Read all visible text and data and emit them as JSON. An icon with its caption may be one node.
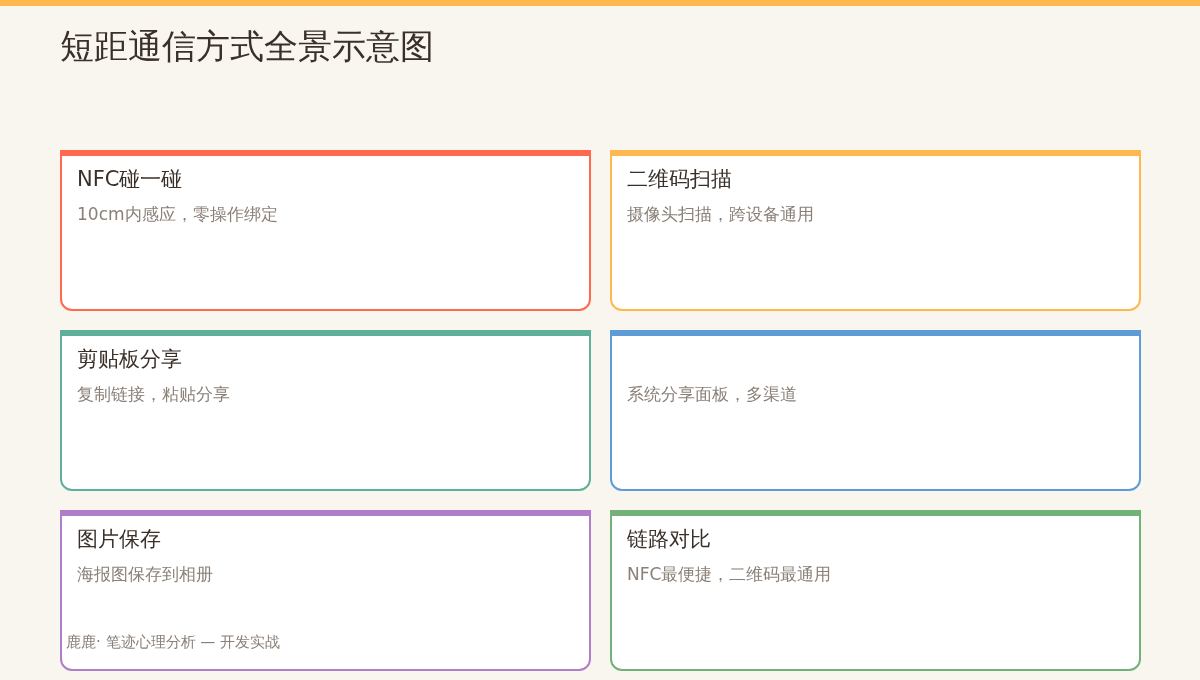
{
  "diagram": {
    "title": "短距通信方式全景示意图",
    "nodes": [
      {
        "text": [
          "NFC碰一碰",
          "10cm内感应，零操作绑定"
        ]
      },
      {
        "text": [
          "二维码扫描",
          "摄像头扫描，跨设备通用"
        ]
      },
      {
        "text": [
          "剪贴板分享",
          "复制链接，粘贴分享"
        ]
      },
      {
        "text": [
          "系统分享面板，多渠道"
        ]
      },
      {
        "text": [
          "图片保存",
          "海报图保存到相册"
        ]
      },
      {
        "text": [
          "链路对比",
          "NFC最便捷，二维码最通用"
        ]
      }
    ],
    "labels": [
      "鹿鹿· 笔迹心理分析 — 开发实战"
    ]
  }
}
